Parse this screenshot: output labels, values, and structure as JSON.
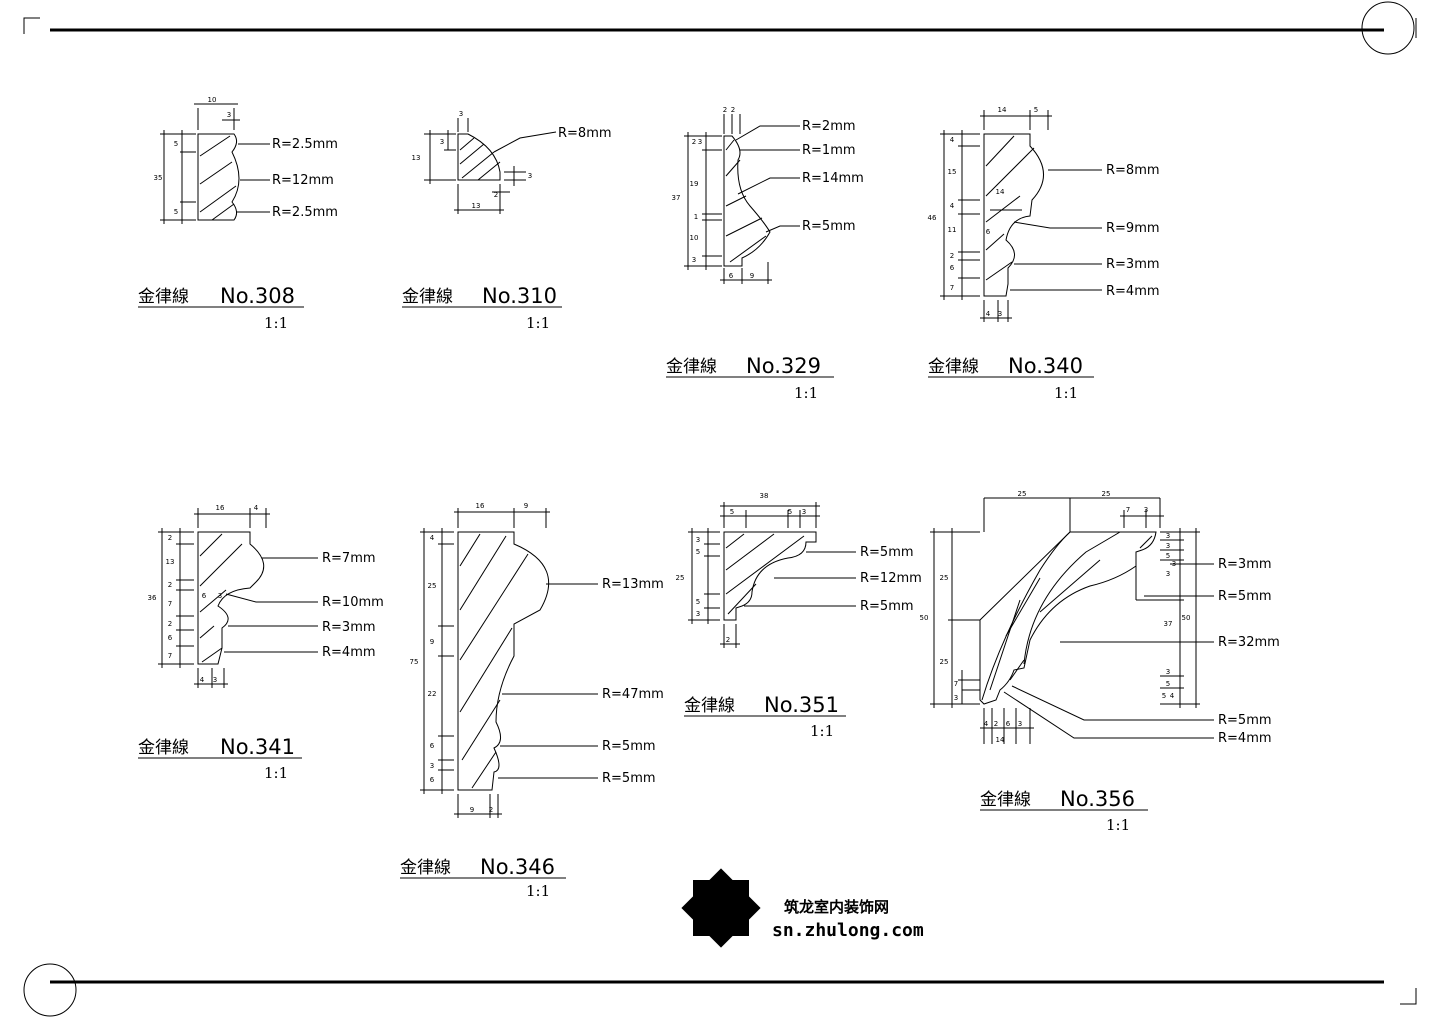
{
  "profiles": [
    {
      "id": "308",
      "name": "金律線",
      "number": "No.308",
      "scale": "1:1",
      "radii": [
        "R=2.5mm",
        "R=12mm",
        "R=2.5mm"
      ],
      "dims": [
        "10",
        "3",
        "5",
        "35",
        "5"
      ]
    },
    {
      "id": "310",
      "name": "金律線",
      "number": "No.310",
      "scale": "1:1",
      "radii": [
        "R=8mm"
      ],
      "dims": [
        "3",
        "3",
        "13",
        "3",
        "2",
        "13"
      ]
    },
    {
      "id": "329",
      "name": "金律線",
      "number": "No.329",
      "scale": "1:1",
      "radii": [
        "R=2mm",
        "R=1mm",
        "R=14mm",
        "R=5mm"
      ],
      "dims": [
        "2",
        "2",
        "2",
        "3",
        "37",
        "19",
        "1",
        "10",
        "3",
        "6",
        "9"
      ]
    },
    {
      "id": "340",
      "name": "金律線",
      "number": "No.340",
      "scale": "1:1",
      "radii": [
        "R=8mm",
        "R=9mm",
        "R=3mm",
        "R=4mm"
      ],
      "dims": [
        "14",
        "5",
        "4",
        "15",
        "14",
        "4",
        "46",
        "11",
        "6",
        "2",
        "6",
        "7",
        "4",
        "3"
      ]
    },
    {
      "id": "341",
      "name": "金律線",
      "number": "No.341",
      "scale": "1:1",
      "radii": [
        "R=7mm",
        "R=10mm",
        "R=3mm",
        "R=4mm"
      ],
      "dims": [
        "16",
        "4",
        "2",
        "13",
        "2",
        "36",
        "7",
        "6",
        "3",
        "2",
        "6",
        "7",
        "4",
        "3"
      ]
    },
    {
      "id": "346",
      "name": "金律線",
      "number": "No.346",
      "scale": "1:1",
      "radii": [
        "R=13mm",
        "R=47mm",
        "R=5mm",
        "R=5mm"
      ],
      "dims": [
        "16",
        "9",
        "4",
        "25",
        "9",
        "75",
        "22",
        "6",
        "3",
        "6",
        "9",
        "2"
      ]
    },
    {
      "id": "351",
      "name": "金律線",
      "number": "No.351",
      "scale": "1:1",
      "radii": [
        "R=5mm",
        "R=12mm",
        "R=5mm"
      ],
      "dims": [
        "38",
        "5",
        "5",
        "3",
        "3",
        "5",
        "25",
        "5",
        "3",
        "2"
      ]
    },
    {
      "id": "356",
      "name": "金律線",
      "number": "No.356",
      "scale": "1:1",
      "radii": [
        "R=3mm",
        "R=5mm",
        "R=32mm",
        "R=5mm",
        "R=4mm"
      ],
      "dims": [
        "25",
        "25",
        "7",
        "3",
        "4",
        "6",
        "3",
        "25",
        "50",
        "37",
        "50",
        "25",
        "7",
        "3",
        "3",
        "3",
        "5",
        "3",
        "3",
        "5",
        "4",
        "2",
        "5",
        "3",
        "14"
      ]
    }
  ],
  "watermark": {
    "brand": "筑龙室内装饰网",
    "site": "sn.zhulong.com"
  }
}
